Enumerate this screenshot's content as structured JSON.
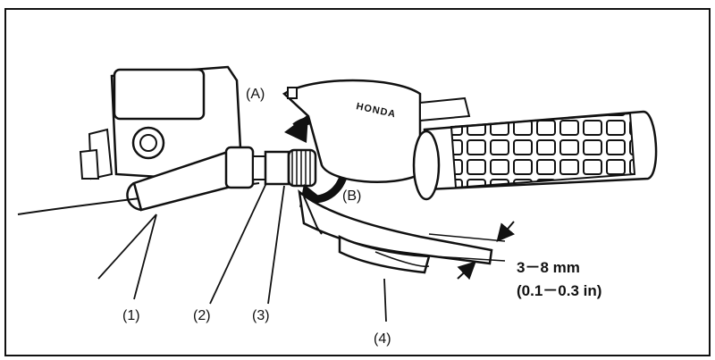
{
  "figure": {
    "brand_logo": "HONDA",
    "arrow_labels": {
      "a": "(A)",
      "b": "(B)"
    },
    "callouts": [
      "(1)",
      "(2)",
      "(3)",
      "(4)"
    ],
    "measurement": {
      "metric": "3－8 mm",
      "imperial": "(0.1－0.3 in)"
    }
  }
}
